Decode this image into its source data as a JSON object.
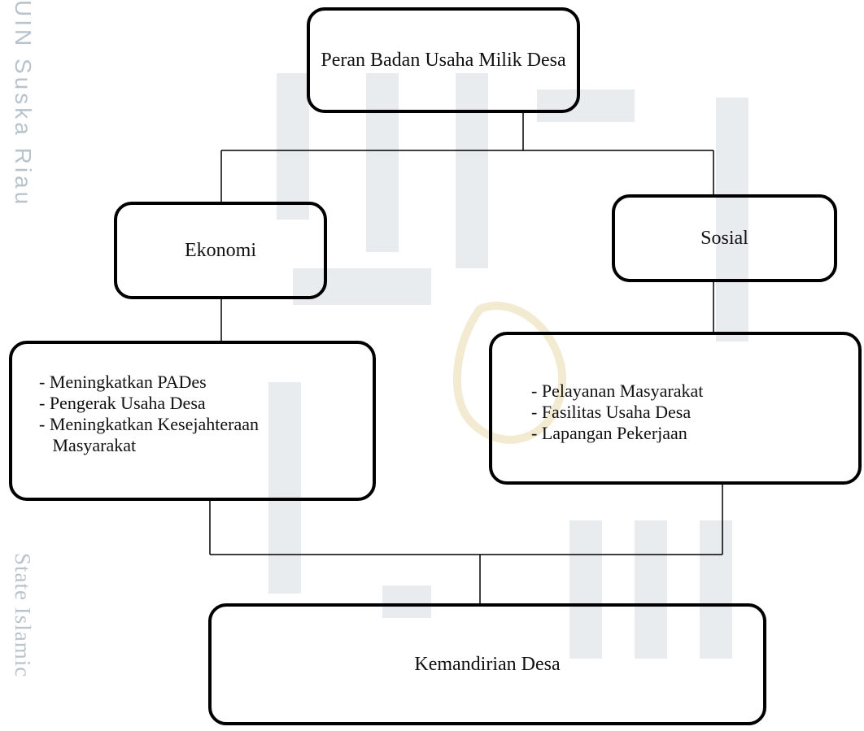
{
  "watermark": {
    "side_text_top": "UIN Suska Riau",
    "side_text_bottom": "State Islamic"
  },
  "nodes": {
    "root": {
      "label": "Peran Badan Usaha Milik Desa"
    },
    "economy": {
      "label": "Ekonomi"
    },
    "social": {
      "label": "Sosial"
    },
    "economy_items": [
      "- Meningkatkan PADes",
      "- Pengerak Usaha Desa",
      "- Meningkatkan Kesejahteraan",
      "   Masyarakat"
    ],
    "social_items": [
      "- Pelayanan Masyarakat",
      "- Fasilitas Usaha Desa",
      "- Lapangan Pekerjaan"
    ],
    "result": {
      "label": "Kemandirian Desa"
    }
  },
  "colors": {
    "watermark_gray": "#c9d0d6",
    "watermark_gold": "#f3ead2",
    "line": "#000000"
  }
}
